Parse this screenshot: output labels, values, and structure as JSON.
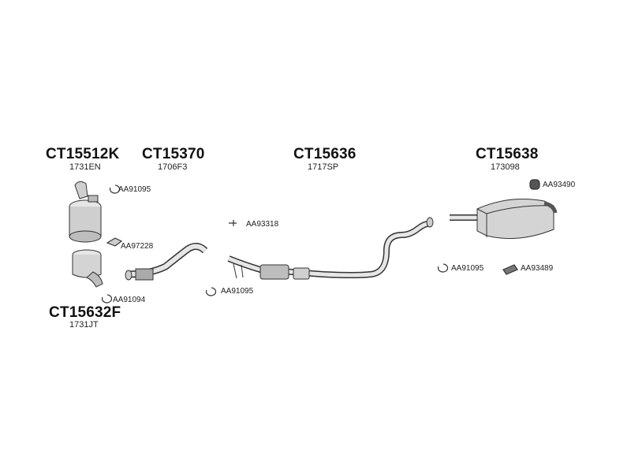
{
  "parts": [
    {
      "code": "CT15512K",
      "ref": "1731EN"
    },
    {
      "code": "CT15370",
      "ref": "1706F3"
    },
    {
      "code": "CT15636",
      "ref": "1717SP"
    },
    {
      "code": "CT15638",
      "ref": "173098"
    },
    {
      "code": "CT15632F",
      "ref": "1731JT"
    }
  ],
  "accessories": [
    {
      "code": "AA91095"
    },
    {
      "code": "AA97228"
    },
    {
      "code": "AA91094"
    },
    {
      "code": "AA93318"
    },
    {
      "code": "AA91095"
    },
    {
      "code": "AA93490"
    },
    {
      "code": "AA91095"
    },
    {
      "code": "AA93489"
    }
  ],
  "colors": {
    "line": "#333333",
    "fill_light": "#e6e6e6",
    "fill_mid": "#bdbdbd",
    "text": "#111111"
  }
}
